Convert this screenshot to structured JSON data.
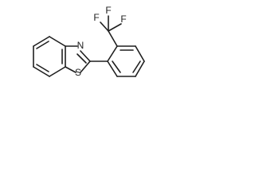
{
  "structure": {
    "atoms": {
      "nitrogen": "N",
      "sulfur": "S",
      "fluorine_1": "F",
      "fluorine_2": "F",
      "fluorine_3": "F"
    }
  },
  "colors": {
    "bond": "#1f1f1f",
    "background": "#ffffff"
  }
}
